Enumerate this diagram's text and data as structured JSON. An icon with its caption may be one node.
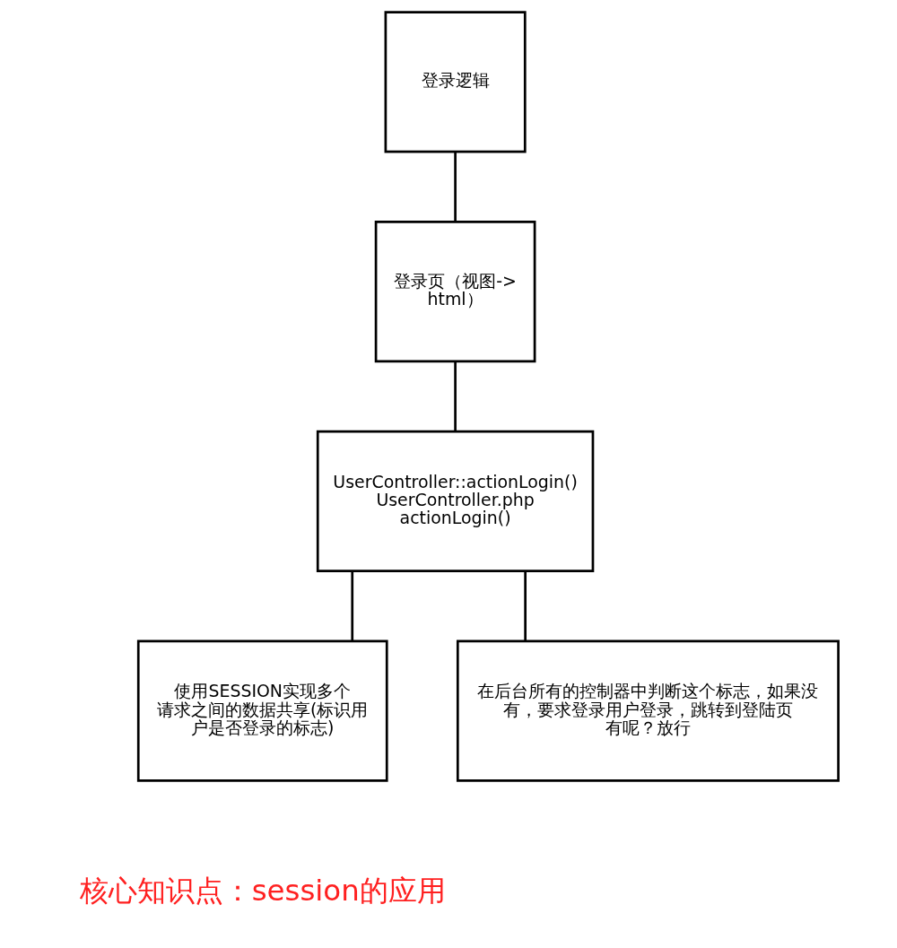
{
  "diagram": {
    "nodes": [
      {
        "text": [
          "登录逻辑"
        ]
      },
      {
        "text": [
          "登录页（视图->html）"
        ]
      },
      {
        "text": [
          "UserController::actionLogin()",
          "UserController.php",
          "actionLogin()"
        ]
      },
      {
        "text": [
          "使用SESSION实现多个请求之间的数据共享(标识用户是否登录的标志)"
        ]
      },
      {
        "text": [
          "在后台所有的控制器中判断这个标志，如果没有，要求登录用户登录，跳转到登陆页",
          "有呢？放行"
        ]
      }
    ],
    "edges": [
      {
        "from": 0,
        "to": 1,
        "arrow": "none"
      },
      {
        "from": 1,
        "to": 2,
        "arrow": "none"
      },
      {
        "from": 2,
        "to": 3,
        "arrow": "none"
      },
      {
        "from": 2,
        "to": 4,
        "arrow": "none"
      }
    ],
    "labels": [
      "核心知识点：session的应用"
    ]
  }
}
